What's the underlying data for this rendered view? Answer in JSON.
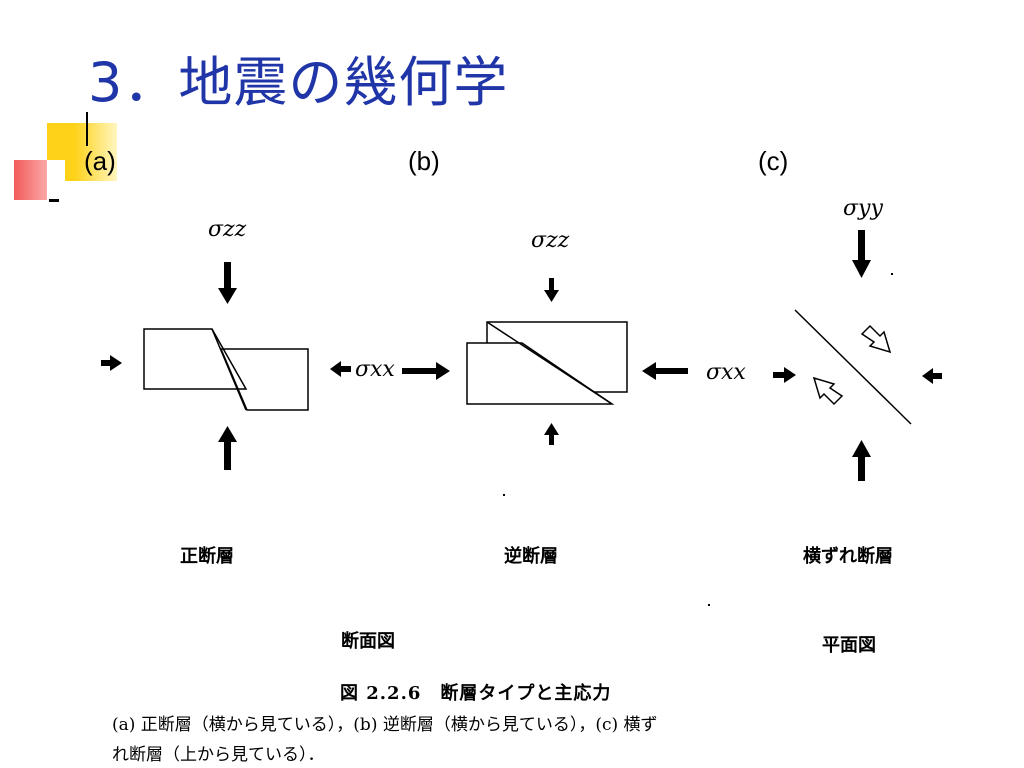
{
  "slide": {
    "title": "3．地震の幾何学"
  },
  "figure": {
    "panels": {
      "a": "(a)",
      "b": "(b)",
      "c": "(c)"
    },
    "stress": {
      "a_vertical": "σzz",
      "a_horizontal": "σxx",
      "b_vertical": "σzz",
      "b_horizontal": "σxx",
      "c_vertical": "σyy"
    },
    "fault_types": {
      "normal": "正断層",
      "reverse": "逆断層",
      "strike_slip": "横ずれ断層"
    },
    "views": {
      "section": "断面図",
      "plan": "平面図"
    },
    "caption": {
      "title": "図 2.2.6　断層タイプと主応力",
      "line1": "(a) 正断層（横から見ている），(b) 逆断層（横から見ている），(c) 横ず",
      "line2": "れ断層（上から見ている）．"
    }
  },
  "colors": {
    "title": "#1f35a8",
    "accent_yellow": "#ffd21a",
    "accent_red": "#f25a5a"
  }
}
